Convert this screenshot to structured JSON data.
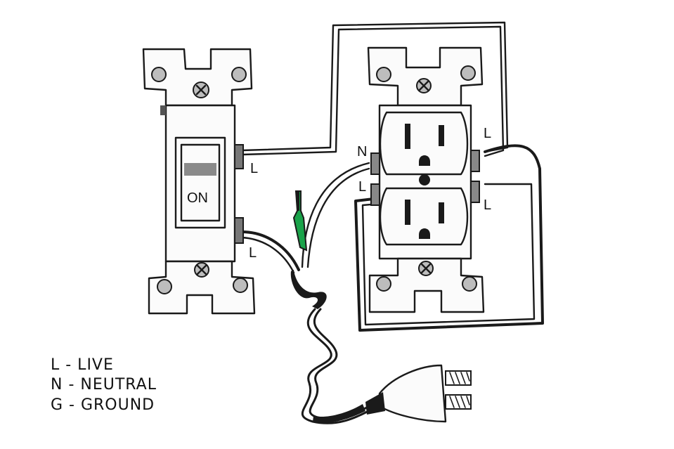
{
  "diagram": {
    "switch": {
      "toggle_label": "ON",
      "terminal_top_label": "L",
      "terminal_bottom_label": "L"
    },
    "outlet": {
      "neutral_label": "N",
      "left_live_label": "L",
      "right_top_label": "L",
      "right_bottom_label": "L"
    },
    "legend": [
      {
        "text": "L - LIVE"
      },
      {
        "text": "N - NEUTRAL"
      },
      {
        "text": "G - GROUND"
      }
    ],
    "colors": {
      "ground_wire": "#1aa34a",
      "ink": "#1a1a1a",
      "hatch": "#555555"
    }
  }
}
